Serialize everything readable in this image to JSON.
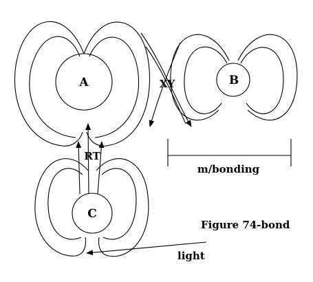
{
  "nodes": {
    "a": "A",
    "b": "B",
    "c": "C"
  },
  "labels": {
    "xy": "XY",
    "rt": "RT",
    "bonding": "m/bonding",
    "figure": "Figure 74-bond",
    "light": "light"
  },
  "colors": {
    "ink": "#000000",
    "background": "#ffffff"
  }
}
